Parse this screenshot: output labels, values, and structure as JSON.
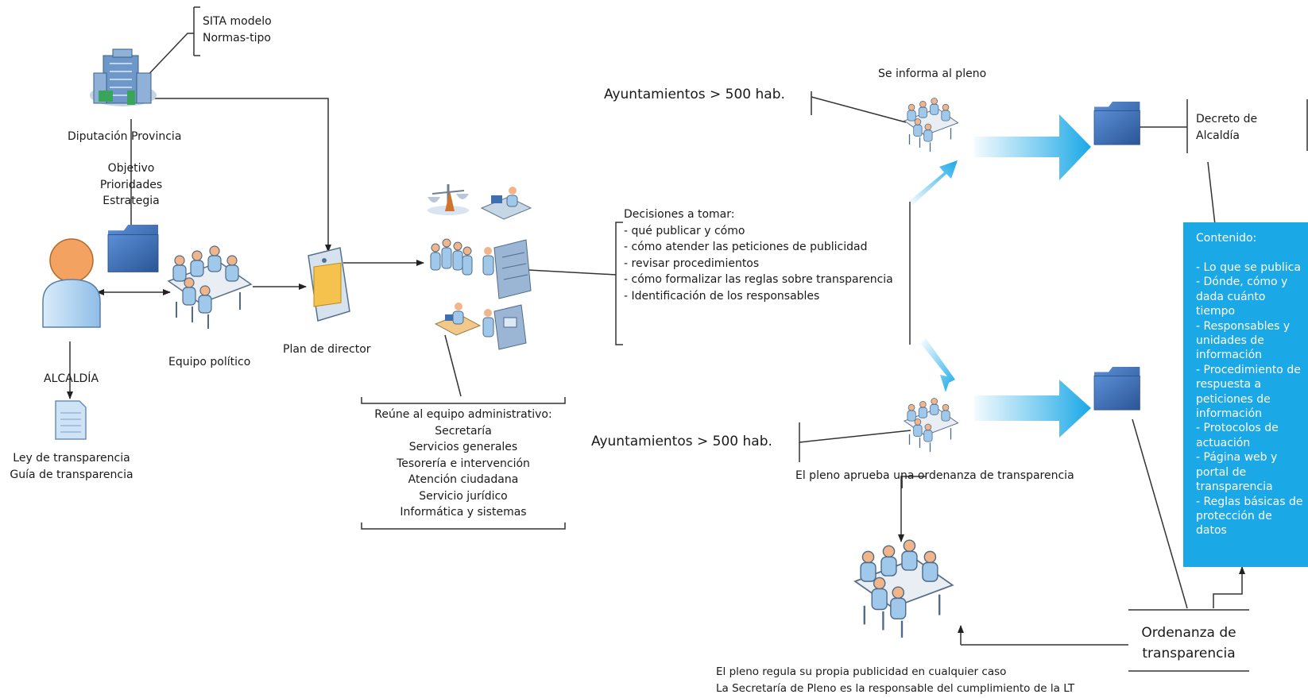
{
  "labels": {
    "sita": [
      "SITA modelo",
      "Normas-tipo"
    ],
    "diputacion": "Diputación Provincia",
    "objetivo": [
      "Objetivo",
      "Prioridades",
      "Estrategia"
    ],
    "alcaldia": "ALCALDÍA",
    "ley": [
      "Ley de transparencia",
      "Guía de transparencia"
    ],
    "equipo": "Equipo político",
    "plan": "Plan de director",
    "reune": [
      "Reúne al equipo administrativo:",
      "Secretaría",
      "Servicios generales",
      "Tesorería e intervención",
      "Atención ciudadana",
      "Servicio jurídico",
      "Informática y sistemas"
    ],
    "decisiones": [
      "Decisiones a tomar:",
      "- qué publicar y cómo",
      "- cómo atender las peticiones de publicidad",
      "-  revisar procedimientos",
      "- cómo formalizar las reglas sobre transparencia",
      "- Identificación de los responsables"
    ],
    "ayto_top": "Ayuntamientos > 500  hab.",
    "ayto_bottom": "Ayuntamientos > 500  hab.",
    "informa": "Se informa al pleno",
    "aprueba": "El pleno aprueba una ordenanza de transparencia",
    "decreto": [
      "Decreto de",
      "Alcaldía"
    ],
    "ordenanza": [
      "Ordenanza de",
      "transparencia"
    ],
    "pleno_regula": [
      "El pleno regula su propia publicidad en cualquier caso",
      "La Secretaría de Pleno es la responsable del cumplimiento de la LT"
    ]
  },
  "contenido": {
    "title": "Contenido:",
    "items": [
      "- Lo que se publica",
      "- Dónde, cómo y dada cuánto tiempo",
      "- Responsables y unidades de información",
      "- Procedimiento de respuesta a peticiones de información",
      "- Protocolos de actuación",
      "- Página web y portal de transparencia",
      "- Reglas básicas de protección de datos"
    ]
  },
  "colors": {
    "accent_box": "#1aa8e6",
    "folder": "#3f6fb0",
    "line": "#333333"
  }
}
